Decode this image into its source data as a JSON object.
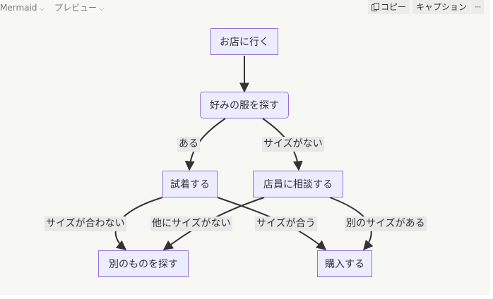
{
  "toolbar": {
    "diagram_type": "Mermaid",
    "view_mode": "プレビュー",
    "copy_label": "コピー",
    "caption_label": "キャプション",
    "more_label": "···"
  },
  "diagram": {
    "nodes": {
      "start": "お店に行く",
      "search": "好みの服を探す",
      "try_on": "試着する",
      "consult": "店員に相談する",
      "other": "別のものを探す",
      "buy": "購入する"
    },
    "edges": {
      "found": "ある",
      "no_size": "サイズがない",
      "size_mismatch": "サイズが合わない",
      "no_other_size": "他にサイズがない",
      "size_fits": "サイズが合う",
      "other_size": "別のサイズがある"
    }
  }
}
